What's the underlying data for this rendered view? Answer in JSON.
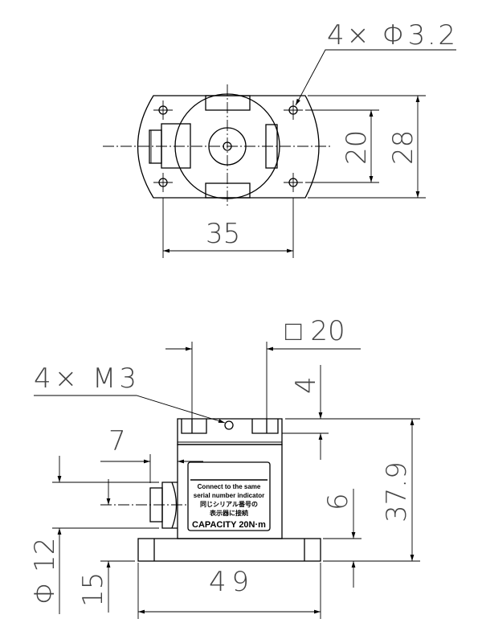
{
  "top_view": {
    "holes_callout": "4× Φ3.2",
    "dim_hole_pitch_vertical": "20",
    "dim_overall_height": "28",
    "dim_hole_pitch_horizontal": "35"
  },
  "side_view": {
    "square_callout": "□ 20",
    "thread_callout": "4× M3",
    "dim_slot_depth": "4",
    "dim_connector_offset": "7",
    "dim_base_thickness": "6",
    "dim_overall_height": "37.9",
    "dim_connector_diameter": "Φ 12",
    "dim_connector_height": "15",
    "dim_base_width": "49",
    "label_lines": [
      "Connect to the same",
      "serial number indicator",
      "同じシリアル番号の",
      "表示器に接続"
    ],
    "capacity_text": "CAPACITY 20N·m"
  }
}
